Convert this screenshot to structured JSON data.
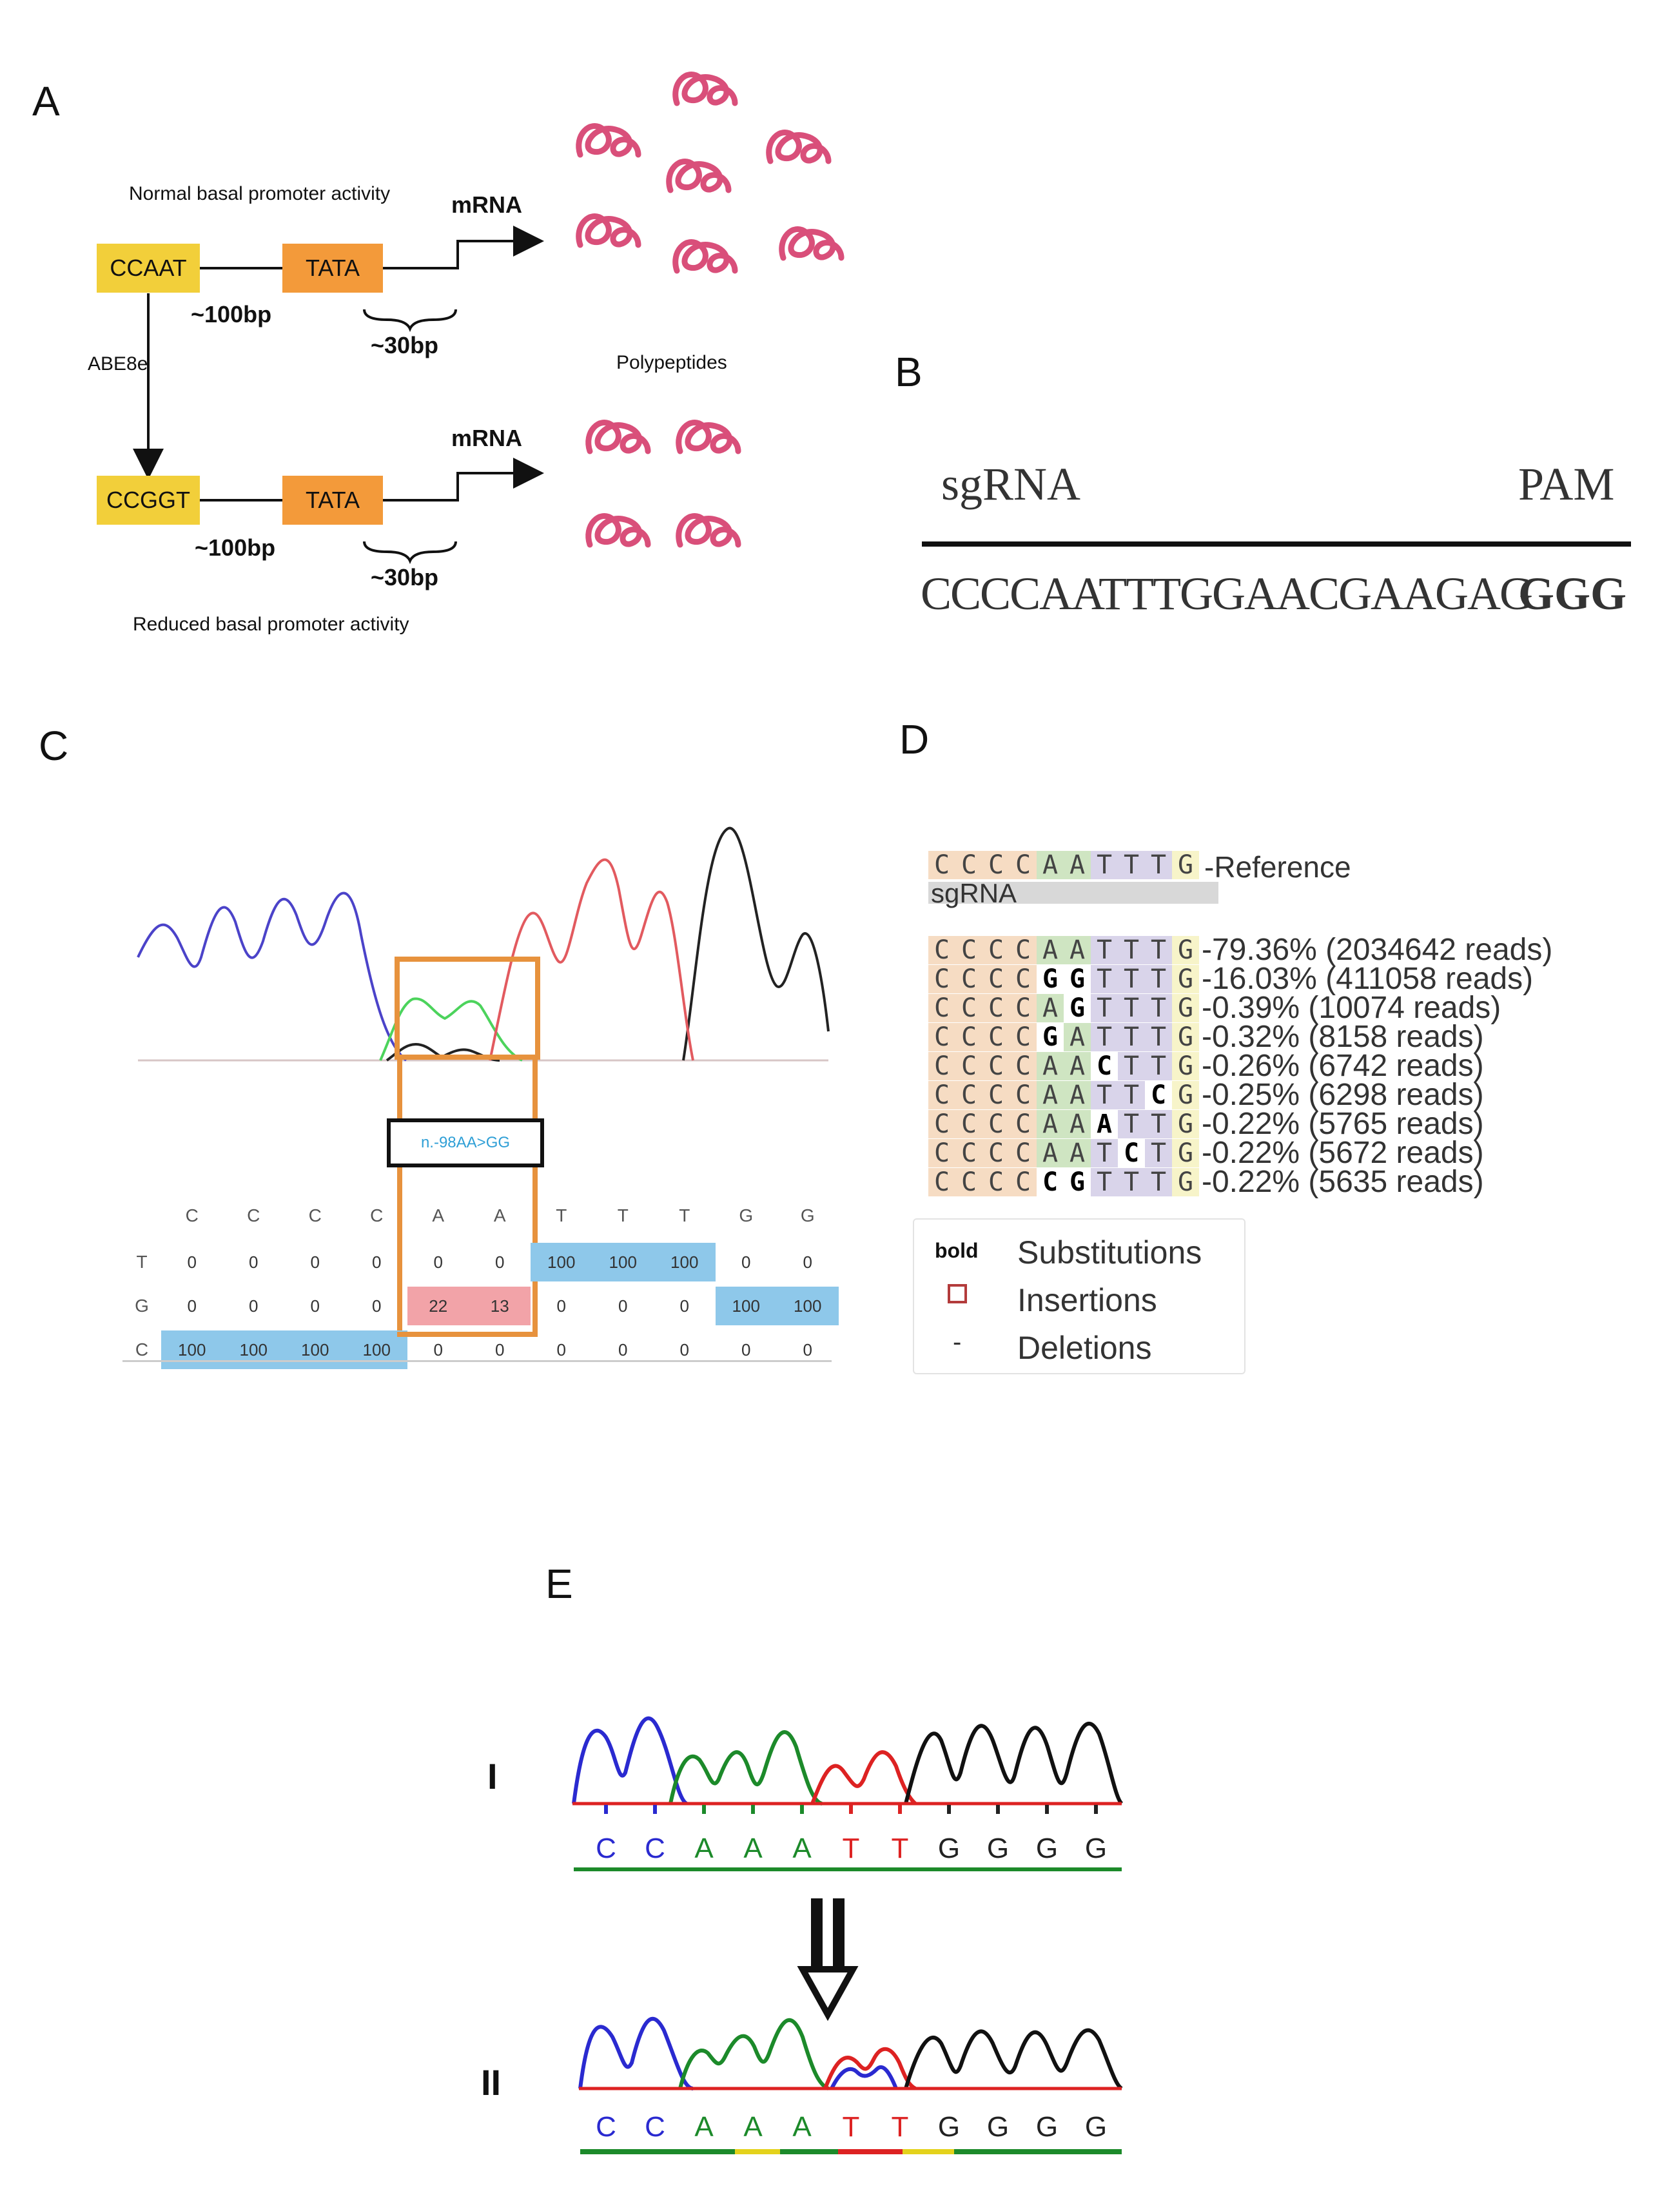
{
  "panels": {
    "A": "A",
    "B": "B",
    "C": "C",
    "D": "D",
    "E": "E"
  },
  "panelA": {
    "normal_label": "Normal basal promoter activity",
    "reduced_label": "Reduced basal promoter activity",
    "top_box1": "CCAAT",
    "top_box2": "TATA",
    "bottom_box1": "CCGGT",
    "bottom_box2": "TATA",
    "dist_100": "~100bp",
    "dist_30": "~30bp",
    "mrna": "mRNA",
    "editor": "ABE8e",
    "polypeptides": "Polypeptides",
    "box1_color": "#f2cf3a",
    "box2_color": "#f39a3a",
    "polypeptide_color": "#d94f7a"
  },
  "panelB": {
    "sgrna_label": "sgRNA",
    "pam_label": "PAM",
    "sequence": "CCCCAATTTGGAACGAAGAG",
    "pam_sequence": "GGG"
  },
  "panelC": {
    "mutation_label": "n.-98AA>GG",
    "bases": [
      "C",
      "C",
      "C",
      "C",
      "A",
      "A",
      "T",
      "T",
      "T",
      "G",
      "G"
    ],
    "rows": [
      {
        "base": "T",
        "values": [
          "0",
          "0",
          "0",
          "0",
          "0",
          "0",
          "100",
          "100",
          "100",
          "0",
          "0"
        ]
      },
      {
        "base": "G",
        "values": [
          "0",
          "0",
          "0",
          "0",
          "22",
          "13",
          "0",
          "0",
          "0",
          "100",
          "100"
        ]
      },
      {
        "base": "C",
        "values": [
          "100",
          "100",
          "100",
          "100",
          "0",
          "0",
          "0",
          "0",
          "0",
          "0",
          "0"
        ]
      }
    ],
    "highlight_blue": "#8ec8ea",
    "highlight_red": "#f2a3a8",
    "box_color": "#e7923d"
  },
  "panelD": {
    "reference_label": "Reference",
    "sgrna_label": "sgRNA",
    "reference_seq": [
      "C",
      "C",
      "C",
      "C",
      "A",
      "A",
      "T",
      "T",
      "T",
      "G"
    ],
    "alleles": [
      {
        "seq": [
          "C",
          "C",
          "C",
          "C",
          "A",
          "A",
          "T",
          "T",
          "T",
          "G"
        ],
        "bold": [],
        "label": "79.36% (2034642 reads)"
      },
      {
        "seq": [
          "C",
          "C",
          "C",
          "C",
          "G",
          "G",
          "T",
          "T",
          "T",
          "G"
        ],
        "bold": [
          4,
          5
        ],
        "label": "16.03% (411058 reads)"
      },
      {
        "seq": [
          "C",
          "C",
          "C",
          "C",
          "A",
          "G",
          "T",
          "T",
          "T",
          "G"
        ],
        "bold": [
          5
        ],
        "label": "0.39% (10074 reads)"
      },
      {
        "seq": [
          "C",
          "C",
          "C",
          "C",
          "G",
          "A",
          "T",
          "T",
          "T",
          "G"
        ],
        "bold": [
          4
        ],
        "label": "0.32% (8158 reads)"
      },
      {
        "seq": [
          "C",
          "C",
          "C",
          "C",
          "A",
          "A",
          "C",
          "T",
          "T",
          "G"
        ],
        "bold": [
          6
        ],
        "label": "0.26% (6742 reads)"
      },
      {
        "seq": [
          "C",
          "C",
          "C",
          "C",
          "A",
          "A",
          "T",
          "T",
          "C",
          "G"
        ],
        "bold": [
          8
        ],
        "label": "0.25% (6298 reads)"
      },
      {
        "seq": [
          "C",
          "C",
          "C",
          "C",
          "A",
          "A",
          "A",
          "T",
          "T",
          "G"
        ],
        "bold": [
          6
        ],
        "label": "0.22% (5765 reads)"
      },
      {
        "seq": [
          "C",
          "C",
          "C",
          "C",
          "A",
          "A",
          "T",
          "C",
          "T",
          "G"
        ],
        "bold": [
          7
        ],
        "label": "0.22% (5672 reads)"
      },
      {
        "seq": [
          "C",
          "C",
          "C",
          "C",
          "C",
          "G",
          "T",
          "T",
          "T",
          "G"
        ],
        "bold": [
          4,
          5
        ],
        "label": "0.22% (5635 reads)"
      }
    ],
    "legend": {
      "bold_key": "bold",
      "substitutions": "Substitutions",
      "insertions": "Insertions",
      "deletions_key": "-",
      "deletions": "Deletions"
    },
    "base_colors": {
      "C": "#f6dcc3",
      "A": "#cfe5c2",
      "T": "#d9d4ea",
      "G": "#f7f4c9"
    }
  },
  "panelE": {
    "row1_label": "I",
    "row2_label": "II",
    "row1_bases": [
      "C",
      "C",
      "A",
      "A",
      "A",
      "T",
      "T",
      "G",
      "G",
      "G",
      "G"
    ],
    "row2_bases": [
      "C",
      "C",
      "A",
      "A",
      "A",
      "T",
      "T",
      "G",
      "G",
      "G",
      "G"
    ]
  }
}
